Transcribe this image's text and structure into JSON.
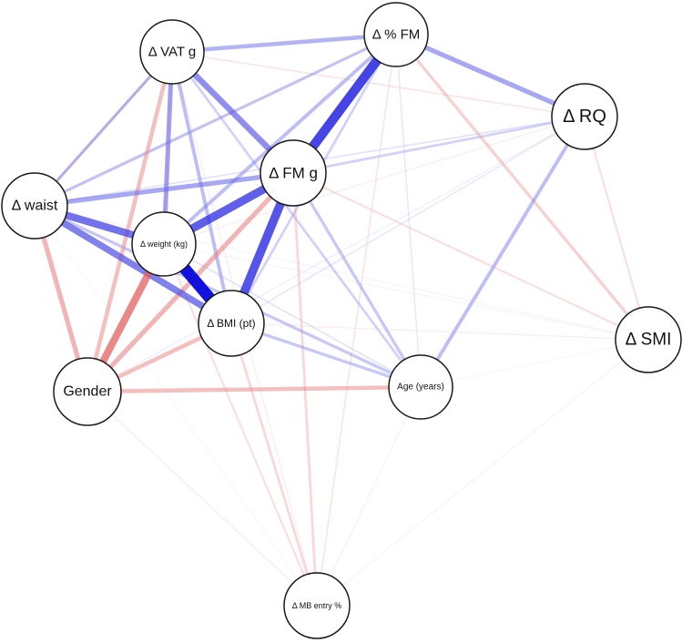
{
  "colors": {
    "positive": "#0000dd",
    "negative": "#d62728",
    "node_fill": "#ffffff",
    "node_border": "#1a1a1a"
  },
  "nodes": [
    {
      "id": "vat",
      "label": "Δ VAT g"
    },
    {
      "id": "pfm",
      "label": "Δ % FM"
    },
    {
      "id": "rq",
      "label": "Δ RQ"
    },
    {
      "id": "fm",
      "label": "Δ FM g"
    },
    {
      "id": "waist",
      "label": "Δ waist"
    },
    {
      "id": "weight",
      "label": "Δ weight (kg)"
    },
    {
      "id": "bmi",
      "label": "Δ BMI (pt)"
    },
    {
      "id": "smi",
      "label": "Δ SMI"
    },
    {
      "id": "gender",
      "label": "Gender"
    },
    {
      "id": "age",
      "label": "Age (years)"
    },
    {
      "id": "mb",
      "label": "Δ MB entry %"
    }
  ],
  "edges": [
    {
      "from": "weight",
      "to": "bmi",
      "weight": 0.95
    },
    {
      "from": "pfm",
      "to": "fm",
      "weight": 0.8
    },
    {
      "from": "fm",
      "to": "bmi",
      "weight": 0.75
    },
    {
      "from": "fm",
      "to": "weight",
      "weight": 0.72
    },
    {
      "from": "waist",
      "to": "weight",
      "weight": 0.65
    },
    {
      "from": "waist",
      "to": "bmi",
      "weight": 0.6
    },
    {
      "from": "vat",
      "to": "fm",
      "weight": 0.55
    },
    {
      "from": "vat",
      "to": "weight",
      "weight": 0.45
    },
    {
      "from": "waist",
      "to": "fm",
      "weight": 0.45
    },
    {
      "from": "pfm",
      "to": "rq",
      "weight": 0.45
    },
    {
      "from": "vat",
      "to": "pfm",
      "weight": 0.4
    },
    {
      "from": "vat",
      "to": "bmi",
      "weight": 0.35
    },
    {
      "from": "pfm",
      "to": "weight",
      "weight": 0.35
    },
    {
      "from": "rq",
      "to": "age",
      "weight": 0.35
    },
    {
      "from": "bmi",
      "to": "age",
      "weight": 0.3
    },
    {
      "from": "fm",
      "to": "age",
      "weight": 0.3
    },
    {
      "from": "waist",
      "to": "pfm",
      "weight": 0.3
    },
    {
      "from": "waist",
      "to": "vat",
      "weight": 0.3
    },
    {
      "from": "waist",
      "to": "age",
      "weight": 0.3
    },
    {
      "from": "vat",
      "to": "age",
      "weight": 0.25
    },
    {
      "from": "pfm",
      "to": "bmi",
      "weight": 0.25
    },
    {
      "from": "fm",
      "to": "rq",
      "weight": 0.25
    },
    {
      "from": "vat",
      "to": "waist",
      "weight": 0.2
    },
    {
      "from": "waist",
      "to": "rq",
      "weight": 0.15
    },
    {
      "from": "weight",
      "to": "age",
      "weight": 0.15
    },
    {
      "from": "pfm",
      "to": "age",
      "weight": 0.12
    },
    {
      "from": "rq",
      "to": "bmi",
      "weight": 0.12
    },
    {
      "from": "waist",
      "to": "smi",
      "weight": 0.05
    },
    {
      "from": "gender",
      "to": "rq",
      "weight": 0.08
    },
    {
      "from": "mb",
      "to": "age",
      "weight": 0.06
    },
    {
      "from": "mb",
      "to": "smi",
      "weight": 0.05
    },
    {
      "from": "gender",
      "to": "mb",
      "weight": 0.08
    },
    {
      "from": "weight",
      "to": "smi",
      "weight": 0.05
    },
    {
      "from": "gender",
      "to": "weight",
      "weight": -0.65
    },
    {
      "from": "gender",
      "to": "fm",
      "weight": -0.45
    },
    {
      "from": "gender",
      "to": "waist",
      "weight": -0.45
    },
    {
      "from": "gender",
      "to": "vat",
      "weight": -0.4
    },
    {
      "from": "gender",
      "to": "bmi",
      "weight": -0.4
    },
    {
      "from": "gender",
      "to": "age",
      "weight": -0.4
    },
    {
      "from": "vat",
      "to": "weight",
      "weight": -0.25
    },
    {
      "from": "waist",
      "to": "vat",
      "weight": -0.25
    },
    {
      "from": "pfm",
      "to": "smi",
      "weight": -0.3
    },
    {
      "from": "fm",
      "to": "mb",
      "weight": -0.25
    },
    {
      "from": "bmi",
      "to": "mb",
      "weight": -0.25
    },
    {
      "from": "weight",
      "to": "mb",
      "weight": -0.2
    },
    {
      "from": "rq",
      "to": "smi",
      "weight": -0.2
    },
    {
      "from": "vat",
      "to": "rq",
      "weight": -0.15
    },
    {
      "from": "pfm",
      "to": "waist",
      "weight": -0.12
    },
    {
      "from": "fm",
      "to": "smi",
      "weight": -0.2
    },
    {
      "from": "weight",
      "to": "rq",
      "weight": -0.1
    },
    {
      "from": "bmi",
      "to": "smi",
      "weight": -0.1
    },
    {
      "from": "waist",
      "to": "mb",
      "weight": -0.05
    },
    {
      "from": "pfm",
      "to": "mb",
      "weight": -0.15
    },
    {
      "from": "age",
      "to": "smi",
      "weight": -0.05
    },
    {
      "from": "vat",
      "to": "mb",
      "weight": -0.1
    }
  ]
}
